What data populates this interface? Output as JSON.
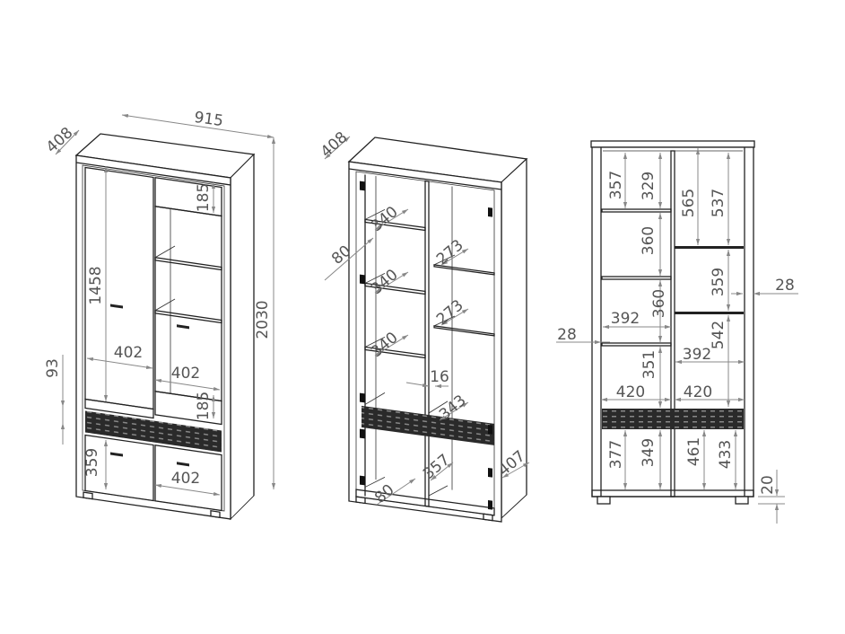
{
  "views": {
    "left": {
      "labels": [
        "915",
        "408",
        "2030",
        "1458",
        "185",
        "185",
        "402",
        "402",
        "402",
        "93",
        "359"
      ]
    },
    "middle": {
      "labels": [
        "408",
        "340",
        "340",
        "340",
        "80",
        "273",
        "273",
        "16",
        "343",
        "357",
        "407",
        "80"
      ]
    },
    "right": {
      "labels": [
        "357",
        "329",
        "565",
        "537",
        "360",
        "359",
        "28",
        "360",
        "392",
        "28",
        "542",
        "392",
        "351",
        "420",
        "420",
        "377",
        "349",
        "461",
        "433",
        "20"
      ]
    }
  },
  "colors": {
    "line": "#222222",
    "dimension": "#888888",
    "label": "#555555",
    "grille": "#2a2a2a"
  }
}
